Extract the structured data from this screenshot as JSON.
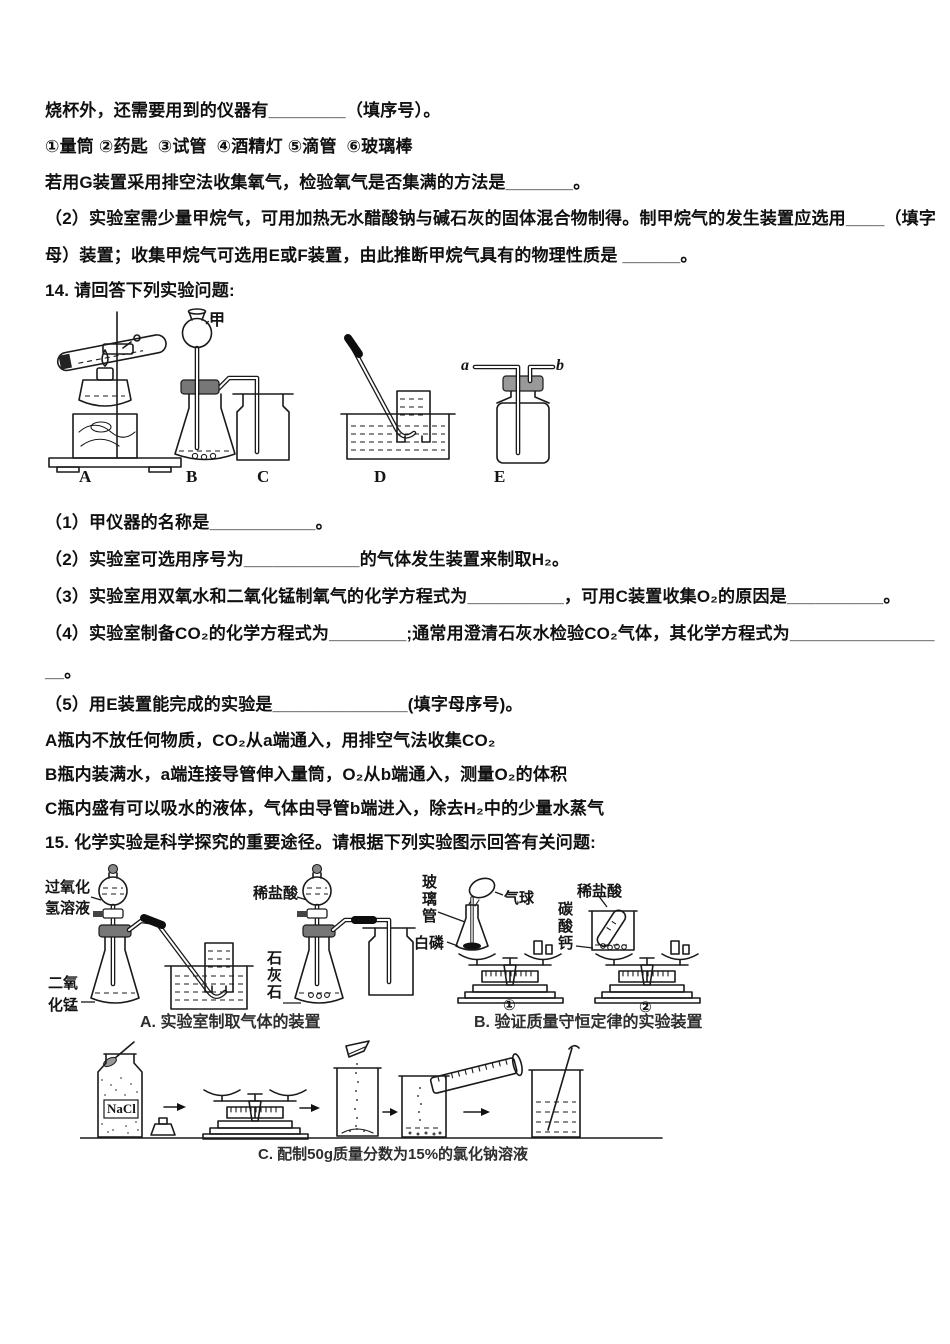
{
  "ink_color": "#101010",
  "paper_color": "#ffffff",
  "text": {
    "l1": "烧杯外，还需要用到的仪器有________（填序号）。",
    "l2": "①量筒 ②药匙  ③试管  ④酒精灯 ⑤滴管  ⑥玻璃棒",
    "l3": "若用G装置采用排空法收集氧气，检验氧气是否集满的方法是_______。",
    "l4": "（2）实验室需少量甲烷气，可用加热无水醋酸钠与碱石灰的固体混合物制得。制甲烷气的发生装置应选用____（填字",
    "l5": "母）装置；收集甲烷气可选用E或F装置，由此推断甲烷气具有的物理性质是 ______。",
    "q14_heading": "14. 请回答下列实验问题:",
    "q14_1": "（1）甲仪器的名称是___________。",
    "q14_2": "（2）实验室可选用序号为____________的气体发生装置来制取H₂。",
    "q14_3": "（3）实验室用双氧水和二氧化锰制氧气的化学方程式为__________，可用C装置收集O₂的原因是__________。",
    "q14_4a": "（4）实验室制备CO₂的化学方程式为________;通常用澄清石灰水检验CO₂气体，其化学方程式为_______________",
    "q14_4b": "__。",
    "q14_5": "（5）用E装置能完成的实验是______________(填字母序号)。",
    "bottle_a": "A瓶内不放任何物质，CO₂从a端通入，用排空气法收集CO₂",
    "bottle_b": "B瓶内装满水，a端连接导管伸入量筒，O₂从b端通入，测量O₂的体积",
    "bottle_c": "C瓶内盛有可以吸水的液体，气体由导管b端进入，除去H₂中的少量水蒸气",
    "q15_heading": "15. 化学实验是科学探究的重要途径。请根据下列实验图示回答有关问题:"
  },
  "fig14": {
    "jia": "甲",
    "port_a": "a",
    "port_b": "b",
    "labels": [
      "A",
      "B",
      "C",
      "D",
      "E"
    ]
  },
  "fig15a": {
    "peroxide_1": "过氧化",
    "peroxide_2": "氢溶液",
    "mno2_1": "二氧",
    "mno2_2": "化锰",
    "hcl": "稀盐酸",
    "limestone": "石灰石",
    "caption": "A. 实验室制取气体的装置"
  },
  "fig15b": {
    "glass_tube": "玻璃管",
    "balloon": "气球",
    "white_phosphorus": "白磷",
    "hcl": "稀盐酸",
    "caco3": "碳酸钙",
    "num1": "①",
    "num2": "②",
    "caption": "B. 验证质量守恒定律的实验装置"
  },
  "fig15c": {
    "nacl": "NaCl",
    "caption": "C. 配制50g质量分数为15%的氯化钠溶液"
  }
}
